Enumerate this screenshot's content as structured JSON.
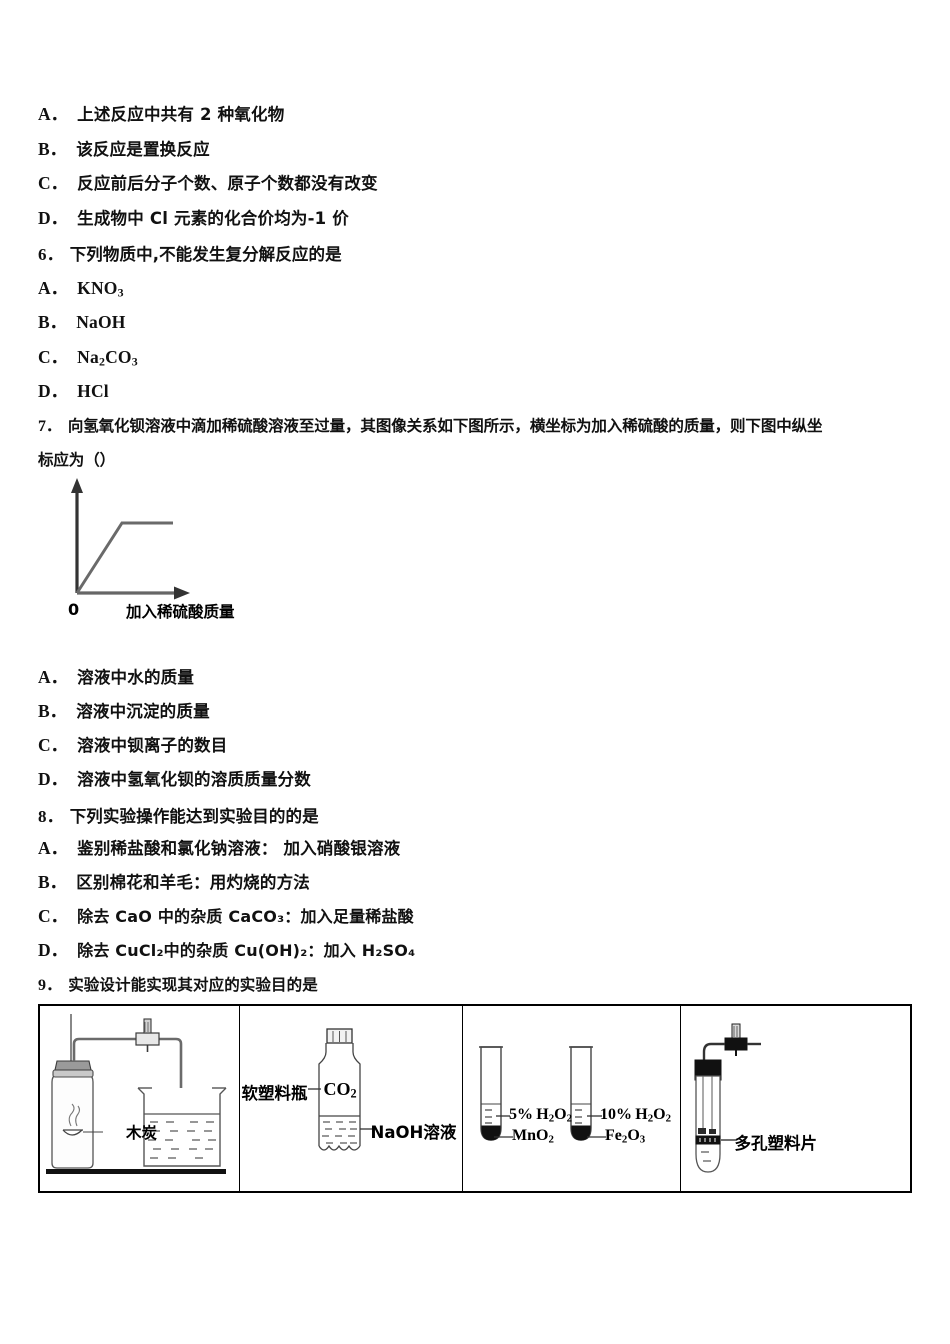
{
  "document": {
    "type": "chemistry-exam-paper",
    "language": "zh-CN"
  },
  "question5_options": [
    {
      "label": "A．",
      "text": "上述反应中共有 2 种氧化物"
    },
    {
      "label": "B．",
      "text": "该反应是置换反应"
    },
    {
      "label": "C．",
      "text": "反应前后分子个数、原子个数都没有改变"
    },
    {
      "label": "D．",
      "text": "生成物中 Cl 元素的化合价均为-1 价"
    }
  ],
  "question6": {
    "number": "6．",
    "stem": "下列物质中,不能发生复分解反应的是",
    "options": [
      {
        "label": "A．",
        "formula_html": "KNO<sub>3</sub>",
        "formula_text": "KNO3"
      },
      {
        "label": "B．",
        "formula_html": "NaOH",
        "formula_text": "NaOH"
      },
      {
        "label": "C．",
        "formula_html": "Na<sub>2</sub>CO<sub>3</sub>",
        "formula_text": "Na2CO3"
      },
      {
        "label": "D．",
        "formula_html": "HCl",
        "formula_text": "HCl"
      }
    ]
  },
  "question7": {
    "number": "7．",
    "stem_line1": "向氢氧化钡溶液中滴加稀硫酸溶液至过量，其图像关系如下图所示，横坐标为加入稀硫酸的质量，则下图中纵坐",
    "stem_line2": "标应为（）",
    "options": [
      {
        "label": "A．",
        "text": "溶液中水的质量"
      },
      {
        "label": "B．",
        "text": "溶液中沉淀的质量"
      },
      {
        "label": "C．",
        "text": "溶液中钡离子的数目"
      },
      {
        "label": "D．",
        "text": "溶液中氢氧化钡的溶质质量分数"
      }
    ]
  },
  "chart_data": {
    "type": "line",
    "title": "",
    "xlabel": "加入稀硫酸质量",
    "ylabel": "",
    "origin_label": "0",
    "x": [
      0,
      44,
      95
    ],
    "y": [
      0,
      70,
      70
    ],
    "xlim": [
      0,
      110
    ],
    "ylim": [
      0,
      110
    ],
    "grid": false,
    "legend": "none",
    "description": "纵坐标随加入稀硫酸质量先线性增大后保持不变（水平）",
    "axis_arrows": true
  },
  "question8": {
    "number": "8．",
    "stem": "下列实验操作能达到实验目的的是",
    "options": [
      {
        "label": "A．",
        "text": "鉴别稀盐酸和氯化钠溶液： 加入硝酸银溶液"
      },
      {
        "label": "B．",
        "text": "区别棉花和羊毛：用灼烧的方法"
      },
      {
        "label": "C．",
        "text": "除去 CaO 中的杂质 CaCO₃：加入足量稀盐酸"
      },
      {
        "label": "D．",
        "text": "除去 CuCl₂中的杂质 Cu(OH)₂：加入 H₂SO₄"
      }
    ]
  },
  "question9": {
    "number": "9．",
    "stem": "实验设计能实现其对应的实验目的是",
    "cells": [
      {
        "id": "cell-charcoal-combustion",
        "labels": [
          {
            "name": "charcoal-label",
            "text": "木炭"
          }
        ]
      },
      {
        "id": "cell-co2-plastic-bottle",
        "labels": [
          {
            "name": "soft-plastic-bottle-label",
            "text": "软塑料瓶"
          },
          {
            "name": "co2-gas-label",
            "text": "CO2"
          },
          {
            "name": "naoh-solution-label",
            "text": "NaOH溶液"
          }
        ]
      },
      {
        "id": "cell-h2o2-catalyst-tubes",
        "labels": [
          {
            "name": "h2o2-5-percent-label",
            "text": "5%H2O2"
          },
          {
            "name": "mno2-label",
            "text": "MnO2"
          },
          {
            "name": "h2o2-10-percent-label",
            "text": "10%H2O2"
          },
          {
            "name": "fe2o3-label",
            "text": "Fe2O3"
          }
        ]
      },
      {
        "id": "cell-porous-plastic-sheet",
        "labels": [
          {
            "name": "porous-plastic-sheet-label",
            "text": "多孔塑料片"
          }
        ]
      }
    ]
  },
  "colors": {
    "ink": "#000000",
    "paper": "#ffffff",
    "graph_line": "#555555",
    "graph_axis": "#222222"
  }
}
